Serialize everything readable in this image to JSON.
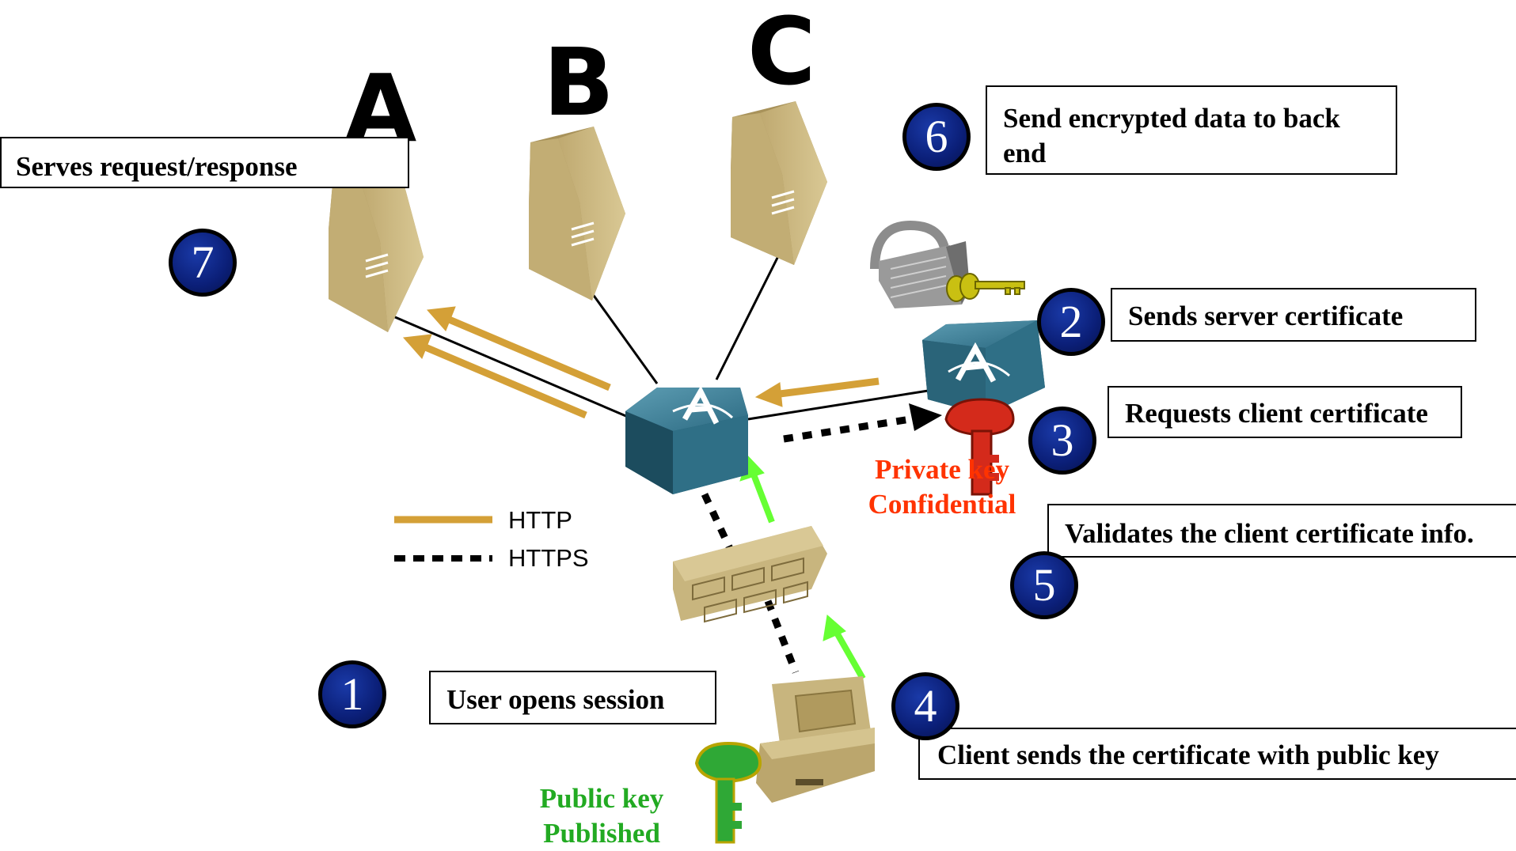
{
  "servers": {
    "a": "A",
    "b": "B",
    "c": "C"
  },
  "steps": [
    {
      "number": "1",
      "text": "User opens session"
    },
    {
      "number": "2",
      "text": "Sends server certificate"
    },
    {
      "number": "3",
      "text": "Requests client certificate"
    },
    {
      "number": "4",
      "text": "Client sends the certificate with public key"
    },
    {
      "number": "5",
      "text": "Validates the client certificate info."
    },
    {
      "number": "6",
      "text": "Send encrypted data to back end"
    },
    {
      "number": "7",
      "text": "Serves request/response"
    }
  ],
  "step6_lines": [
    "Send encrypted data to back",
    "end"
  ],
  "private_key": {
    "line1": "Private key",
    "line2": "Confidential"
  },
  "public_key": {
    "line1": "Public key",
    "line2": "Published"
  },
  "legend": {
    "http": "HTTP",
    "https": "HTTPS"
  },
  "colors": {
    "http_arrow": "#d4a037",
    "https_line": "#000000",
    "flow_arrow": "#66ff33",
    "private_key_text": "#ff3300",
    "public_key_text": "#22aa22",
    "step_circle": "#0b1f78",
    "server": "#c6b27a",
    "appliance": "#2f6f86"
  }
}
